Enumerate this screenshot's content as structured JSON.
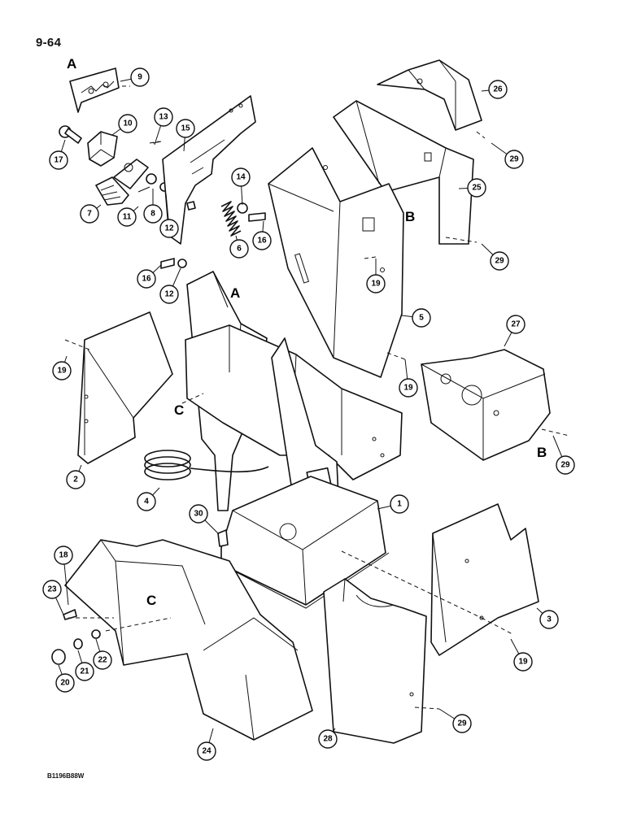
{
  "page_number": "9-64",
  "reference_code": "B1196B88W",
  "section_letters": [
    "A",
    "B",
    "C"
  ],
  "callouts": [
    "1",
    "2",
    "3",
    "4",
    "5",
    "6",
    "7",
    "8",
    "9",
    "10",
    "11",
    "12",
    "13",
    "14",
    "15",
    "16",
    "17",
    "18",
    "19",
    "20",
    "21",
    "22",
    "23",
    "24",
    "25",
    "26",
    "27",
    "28",
    "29",
    "30"
  ]
}
